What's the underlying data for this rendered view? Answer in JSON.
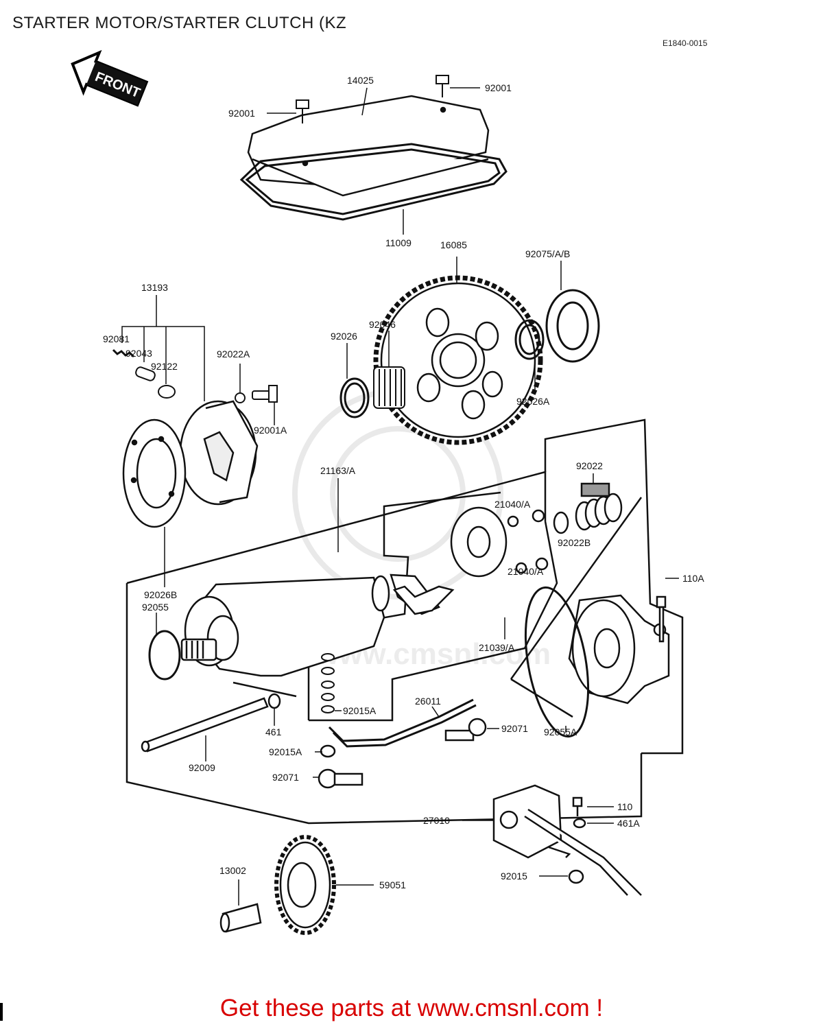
{
  "page": {
    "title": "STARTER MOTOR/STARTER CLUTCH (KZ",
    "diagram_code": "E1840-0015",
    "front_label": "FRONT",
    "watermark": "www.cmsnl.com",
    "footer": "Get these parts at www.cmsnl.com !"
  },
  "parts": {
    "p14025": "14025",
    "p92001_left": "92001",
    "p92001_right": "92001",
    "p11009": "11009",
    "p16085": "16085",
    "p92075": "92075/A/B",
    "p13193": "13193",
    "p92081": "92081",
    "p92043": "92043",
    "p92122": "92122",
    "p92022A": "92022A",
    "p92026": "92026",
    "p92046": "92046",
    "p92026A": "92026A",
    "p92001A": "92001A",
    "p21163": "21163/A",
    "p92022": "92022",
    "p21040_top": "21040/A",
    "p92022B": "92022B",
    "p21040_bot": "21040/A",
    "p92026B": "92026B",
    "p110A": "110A",
    "p92055": "92055",
    "p21039": "21039/A",
    "p92015A_top": "92015A",
    "p26011": "26011",
    "p461": "461",
    "p92071_right": "92071",
    "p92055A": "92055A",
    "p92009": "92009",
    "p92015A_bot": "92015A",
    "p92071_left": "92071",
    "p110": "110",
    "p27010": "27010",
    "p461A": "461A",
    "p13002": "13002",
    "p59051": "59051",
    "p92015": "92015"
  }
}
